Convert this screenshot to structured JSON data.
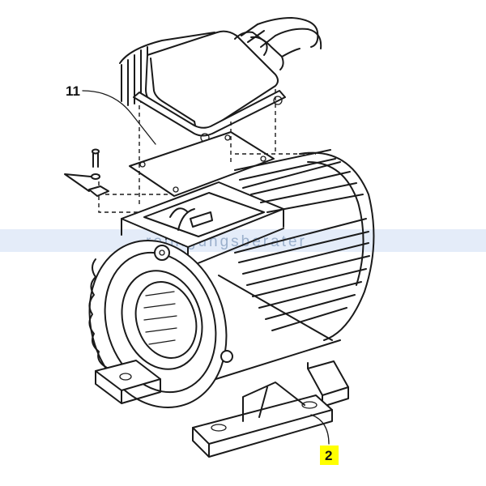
{
  "callouts": [
    {
      "id": "11",
      "label": "11",
      "highlight": false
    },
    {
      "id": "2",
      "label": "2",
      "highlight": true
    }
  ],
  "watermark": {
    "text": "reinigungsberater",
    "band_color": "#dbe6f7"
  },
  "colors": {
    "line": "#1a1a1a",
    "highlight": "#ffff00",
    "background": "#ffffff"
  }
}
